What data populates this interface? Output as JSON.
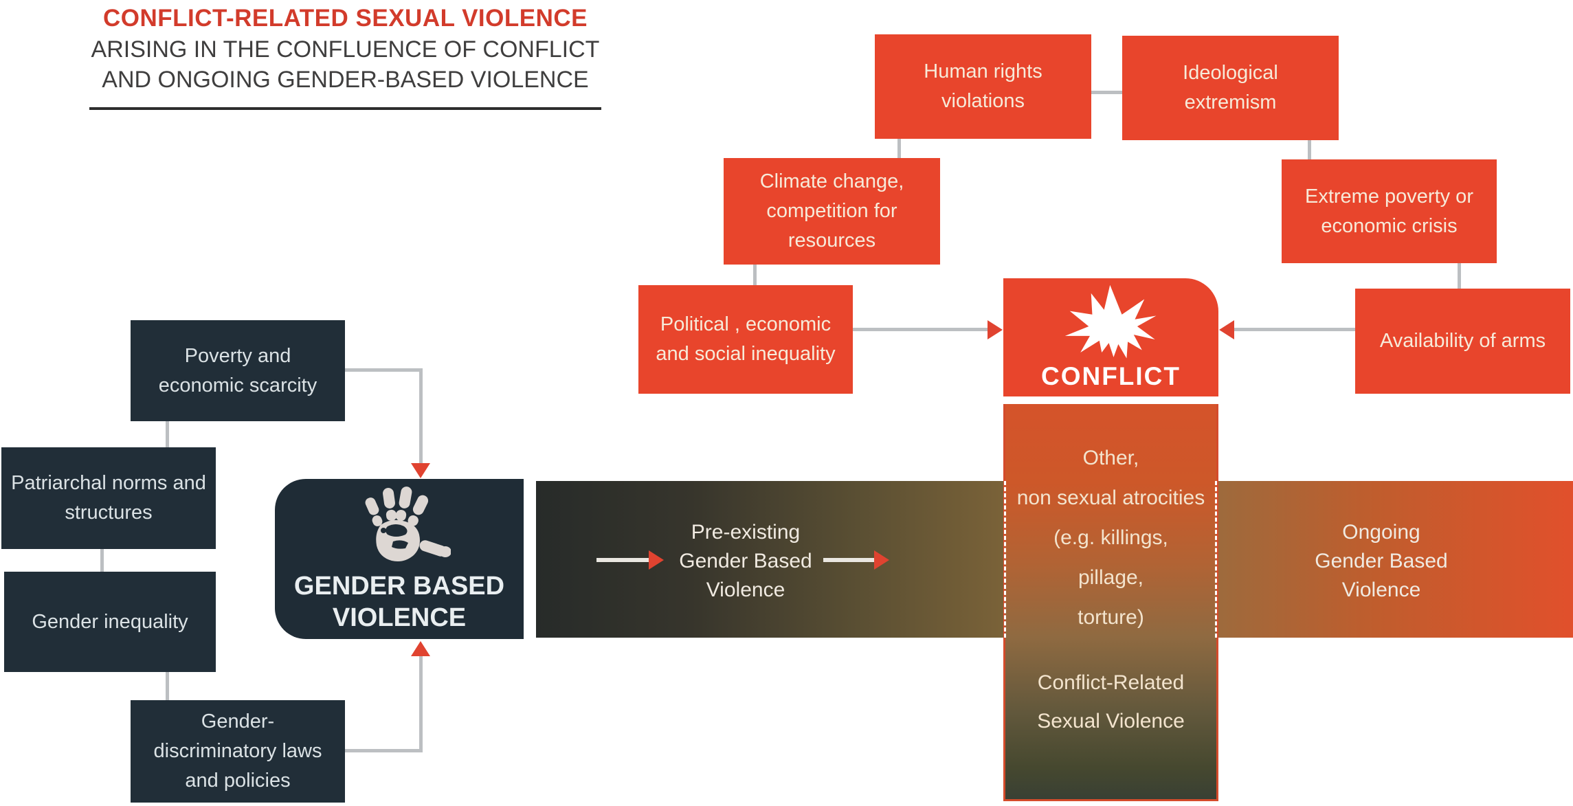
{
  "header": {
    "title": "CONFLICT-RELATED SEXUAL VIOLENCE",
    "subtitle_line1": "ARISING IN THE CONFLUENCE OF CONFLICT",
    "subtitle_line2": "AND ONGOING GENDER-BASED VIOLENCE"
  },
  "colors": {
    "accent_red": "#e8452c",
    "title_red": "#d23b2b",
    "dark_navy": "#212e38",
    "band_dark_end": "#272b29",
    "band_orange_end": "#e1502c",
    "connector_gray": "#bcbfc2",
    "arrow_red": "#e04330"
  },
  "conflict_cluster": {
    "icon": "explosion-icon",
    "node_label": "CONFLICT",
    "factors": [
      {
        "label": "Human rights violations"
      },
      {
        "label": "Ideological extremism"
      },
      {
        "label": "Climate change, competition for resources"
      },
      {
        "label": "Extreme poverty or economic crisis"
      },
      {
        "label": "Political , economic and social inequality"
      },
      {
        "label": "Availability of arms"
      }
    ]
  },
  "gbv_cluster": {
    "icon": "handprint-icon",
    "node_label": "GENDER BASED\nVIOLENCE",
    "factors": [
      {
        "label": "Poverty and economic scarcity"
      },
      {
        "label": "Patriarchal norms and structures"
      },
      {
        "label": "Gender inequality"
      },
      {
        "label": "Gender-discriminatory laws and policies"
      }
    ]
  },
  "timeline": {
    "pre_label": "Pre-existing\nGender Based\nViolence",
    "ongoing_label": "Ongoing\nGender Based\nViolence"
  },
  "center_box": {
    "atrocities_lines": "Other,\nnon sexual atrocities\n(e.g. killings,\npillage,\ntorture)",
    "crsv_lines": "Conflict-Related\nSexual Violence"
  }
}
